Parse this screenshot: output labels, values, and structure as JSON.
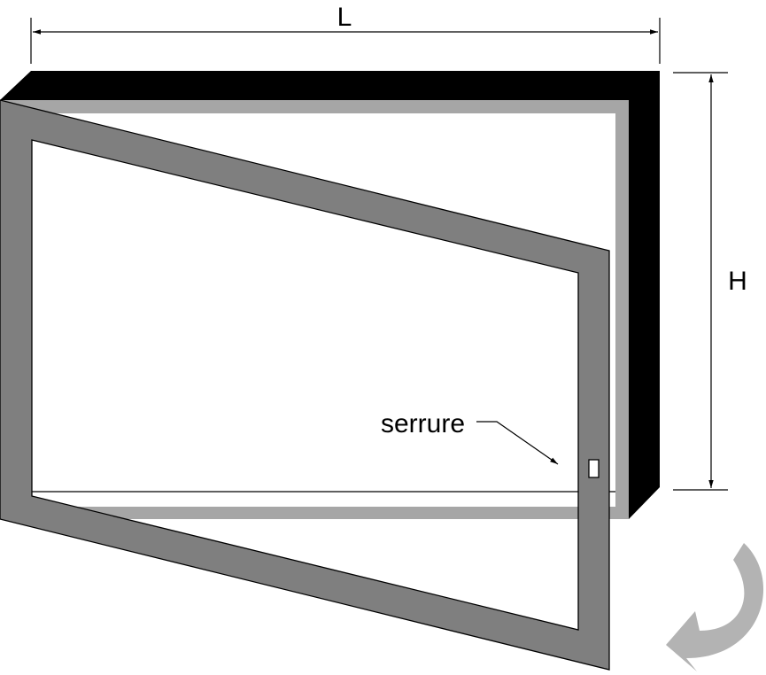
{
  "labels": {
    "width": "L",
    "height": "H",
    "lock": "serrure"
  },
  "colors": {
    "background": "#ffffff",
    "frame_depth": "#000000",
    "frame_face": "#a6a6a6",
    "door_panel": "#7f7f7f",
    "rotation_arrow": "#b3b3b3",
    "lines": "#000000"
  },
  "icons": {
    "rotation": "curved-arrow-icon",
    "lock": "lock-keyhole-icon"
  }
}
